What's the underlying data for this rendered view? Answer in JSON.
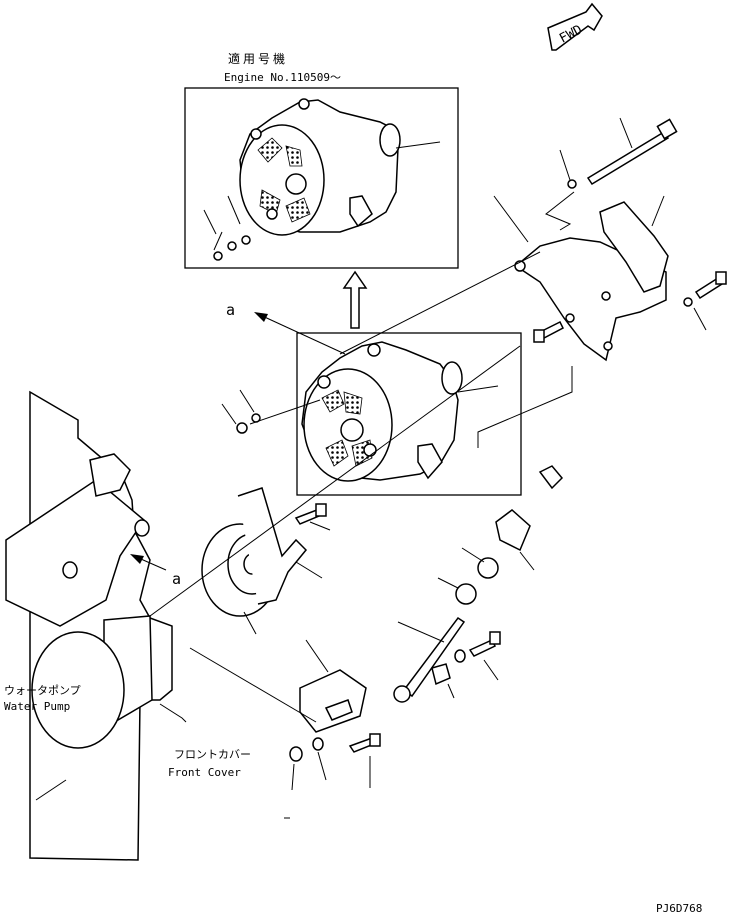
{
  "inset": {
    "title_jp": "適用号機",
    "title_en": "Engine No.110509～"
  },
  "view_marker": "a",
  "view_marker_2": "a",
  "fwd": "FWD",
  "water_pump": {
    "jp": "ウォータポンプ",
    "en": "Water Pump"
  },
  "front_cover": {
    "jp": "フロントカバー",
    "en": "Front Cover"
  },
  "drawing_code": "PJ6D768",
  "icons": {
    "fwd_arrow": "fwd-arrow-icon",
    "view_arrow": "view-direction-arrow-icon",
    "up_arrow": "hollow-up-arrow-icon"
  }
}
